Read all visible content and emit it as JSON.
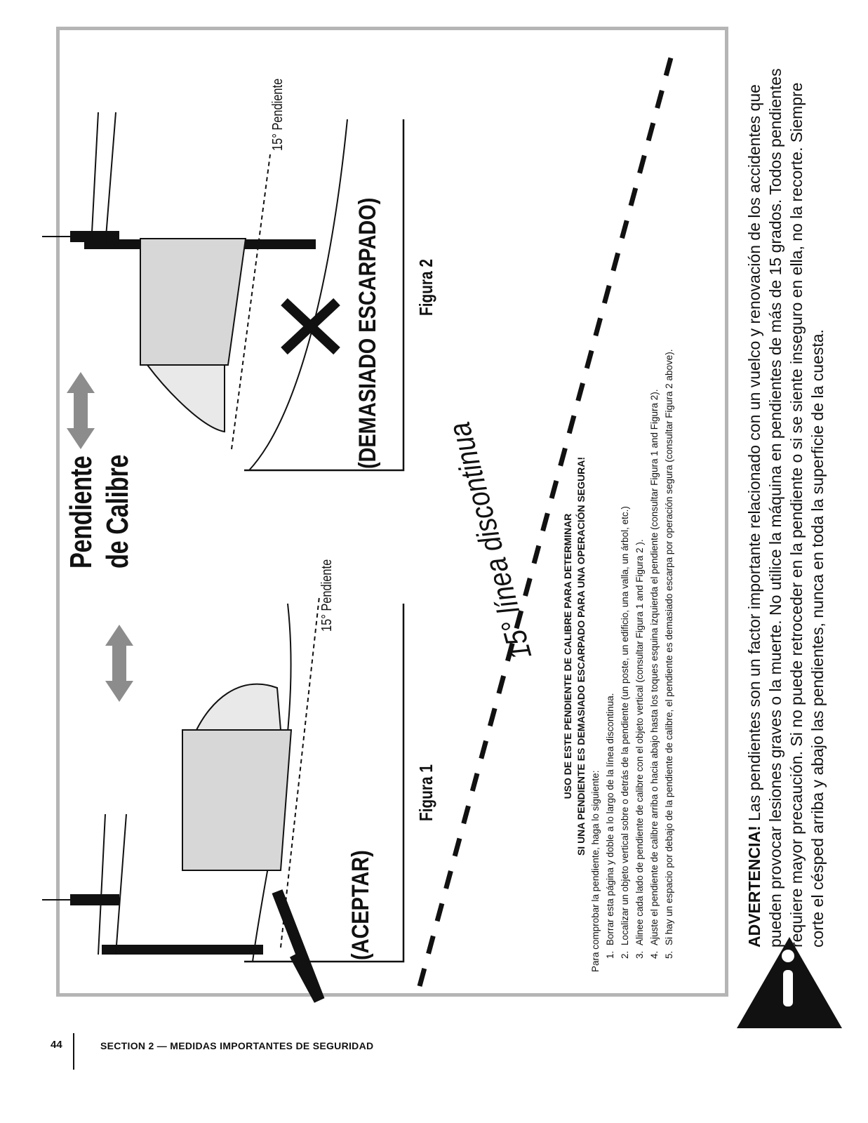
{
  "title": {
    "line1": "Pendiente",
    "line2": "de Calibre"
  },
  "figure1": {
    "caption": "Figura 1",
    "verdict": "(ACEPTAR)",
    "slope_label": "15° Pendiente"
  },
  "figure2": {
    "caption": "Figura 2",
    "verdict": "(DEMASIADO ESCARPADO)",
    "slope_label": "15° Pendiente"
  },
  "dashed_line_label": "15° línea discontinua",
  "instructions": {
    "heading1": "USO DE ESTE PENDIENTE DE CALIBRE PARA DETERMINAR",
    "heading2": "SI UNA PENDIENTE ES DEMASIADO ESCARPADO PARA UNA OPERACIÓN SEGURA!",
    "intro": "Para comprobar la pendiente, haga lo siguiente:",
    "steps": [
      "Borrar esta página y doble a lo largo de la línea discontinua.",
      "Localizar un objeto vertical sobre o detrás de la pendiente (un poste, un edificio, una valla,  un árbol, etc.)",
      "Alinee cada lado de pendiente de calibre con el objeto vertical (consultar Figura 1 and Figura 2 ).",
      "Ajuste el pendiente de calibre arriba o hacia abajo hasta los toques esquina izquierda el pendiente (consultar Figura 1 and Figura 2).",
      "Si hay un espacio por debajo de la pendiente de calibre, el pendiente es demasiado escarpa por operación segura (consultar Figura 2 above)."
    ]
  },
  "warning": {
    "label": "ADVERTENCIA!",
    "text": " Las pendientes son un factor importante relacionado con un vuelco y renovación de los accidentes que pueden provocar lesiones graves o la muerte. No utilice la máquina en pendientes de más de 15 grados. Todos pendientes requiere mayor precaución. Si no puede retroceder en la pendiente o si se siente inseguro en ella, no la recorte. Siempre corte el césped arriba y abajo las pendientes, nunca en toda la superficie de la cuesta."
  },
  "footer": {
    "page_number": "44",
    "section": "SECTION 2 — MEDIDAS IMPORTANTES DE SEGURIDAD"
  }
}
